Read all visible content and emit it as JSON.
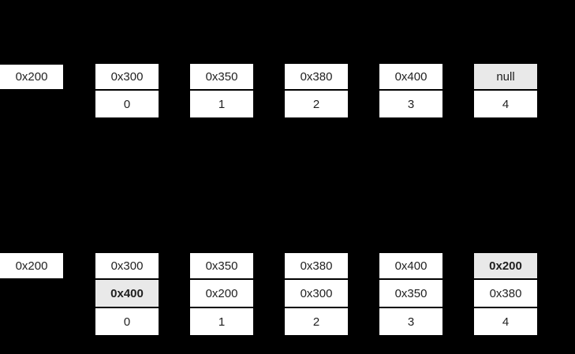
{
  "diagram": {
    "colors": {
      "background": "#000000",
      "cell_background": "#ffffff",
      "highlight_background": "#e9e9e9",
      "text": "#1f1f1f"
    },
    "singly": {
      "head_pointer": "0x200",
      "nodes": [
        {
          "next": "0x300",
          "index": "0",
          "next_highlighted": false,
          "next_bold": false
        },
        {
          "next": "0x350",
          "index": "1",
          "next_highlighted": false,
          "next_bold": false
        },
        {
          "next": "0x380",
          "index": "2",
          "next_highlighted": false,
          "next_bold": false
        },
        {
          "next": "0x400",
          "index": "3",
          "next_highlighted": false,
          "next_bold": false
        },
        {
          "next": "null",
          "index": "4",
          "next_highlighted": true,
          "next_bold": false
        }
      ]
    },
    "doubly": {
      "head_pointer": "0x200",
      "nodes": [
        {
          "next": "0x300",
          "prev": "0x400",
          "index": "0",
          "next_highlighted": false,
          "next_bold": false,
          "prev_highlighted": true,
          "prev_bold": true
        },
        {
          "next": "0x350",
          "prev": "0x200",
          "index": "1",
          "next_highlighted": false,
          "next_bold": false,
          "prev_highlighted": false,
          "prev_bold": false
        },
        {
          "next": "0x380",
          "prev": "0x300",
          "index": "2",
          "next_highlighted": false,
          "next_bold": false,
          "prev_highlighted": false,
          "prev_bold": false
        },
        {
          "next": "0x400",
          "prev": "0x350",
          "index": "3",
          "next_highlighted": false,
          "next_bold": false,
          "prev_highlighted": false,
          "prev_bold": false
        },
        {
          "next": "0x200",
          "prev": "0x380",
          "index": "4",
          "next_highlighted": true,
          "next_bold": true,
          "prev_highlighted": false,
          "prev_bold": false
        }
      ]
    }
  }
}
